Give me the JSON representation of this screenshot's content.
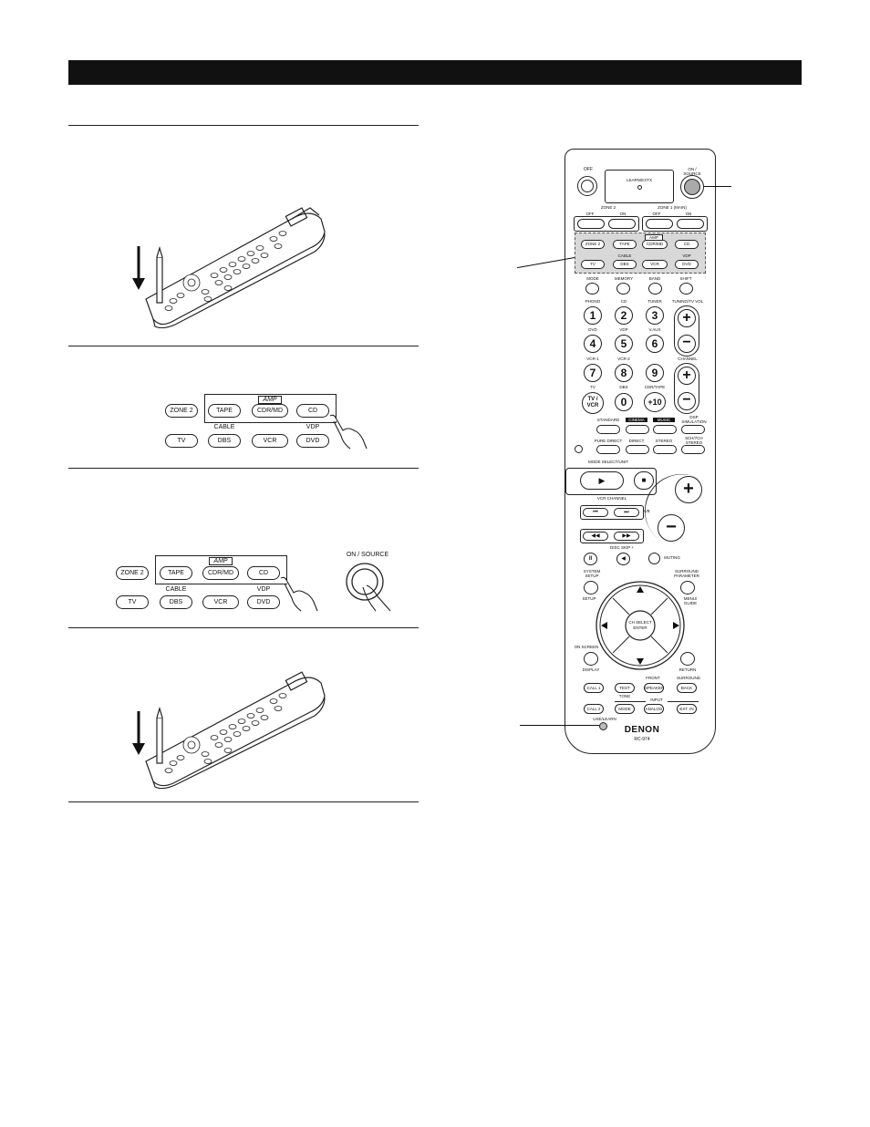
{
  "panel1": {
    "zone2": "ZONE 2",
    "tape": "TAPE",
    "cdrmd": "CDR/MD",
    "cd": "CD",
    "amp": "AMP",
    "cable": "CABLE",
    "vdp": "VDP",
    "tv": "TV",
    "dbs": "DBS",
    "vcr": "VCR",
    "dvd": "DVD"
  },
  "panel2": {
    "zone2": "ZONE 2",
    "tape": "TAPE",
    "cdrmd": "CDR/MD",
    "cd": "CD",
    "amp": "AMP",
    "cable": "CABLE",
    "vdp": "VDP",
    "tv": "TV",
    "dbs": "DBS",
    "vcr": "VCR",
    "dvd": "DVD",
    "on_source": "ON / SOURCE"
  },
  "remote": {
    "off": "OFF",
    "learn_display": "LEARN/EXTX",
    "on_source": "ON / SOURCE",
    "zone2": "ZONE 2",
    "zone1_main": "ZONE 1 (MAIN)",
    "z_off": "OFF",
    "z_on": "ON",
    "amp": "AMP",
    "btn_zone2": "ZONE 2",
    "btn_tape": "TAPE",
    "btn_cdrmd": "CDR/MD",
    "btn_cd": "CD",
    "cable": "CABLE",
    "vdp": "VDP",
    "btn_tv": "TV",
    "btn_dbs": "DBS",
    "btn_vcr": "VCR",
    "btn_dvd": "DVD",
    "mode": "MODE",
    "memory": "MEMORY",
    "band": "BAND",
    "shift": "SHIFT",
    "phono": "PHONO",
    "cd2": "CD",
    "tuner": "TUNER",
    "tuning_tvvol": "TUNING/TV VOL",
    "dvd2": "DVD",
    "vdp2": "VDP",
    "vaux": "V.AUX",
    "vcr1": "VCR-1",
    "vcr2": "VCR-2",
    "channel": "CHANNEL",
    "tv2": "TV",
    "dbs2": "DBS",
    "cdrtape": "CDR/TAPE",
    "k1": "1",
    "k2": "2",
    "k3": "3",
    "k4": "4",
    "k5": "5",
    "k6": "6",
    "k7": "7",
    "k8": "8",
    "k9": "9",
    "ktvvcr": "TV / VCR",
    "k0": "0",
    "k10": "+10",
    "standard": "STANDARD",
    "cinema": "CINEMA",
    "music": "MUSIC",
    "dsp_sim": "DSP SIMULATION",
    "pure_direct": "PURE DIRECT",
    "direct": "DIRECT",
    "stereo": "STEREO",
    "scr_stereo": "5CH/7CH STEREO",
    "mode_select": "MODE SELECT/UNIT",
    "vcr_channel": "VCR CHANNEL",
    "ab": "A/B",
    "disc_skip": "DISC SKIP +",
    "muting": "MUTING",
    "system_setup": "SYSTEM SETUP",
    "setup": "SETUP",
    "surround_param": "SURROUND PARAMETER",
    "menu_guide": "MENU/ GUIDE",
    "ch_select": "CH SELECT",
    "enter": "ENTER",
    "on_screen": "ON SCREEN",
    "display": "DISPLAY",
    "return": "RETURN",
    "call1": "CALL 1",
    "testtone": "TEST TONE",
    "front": "FRONT",
    "speaker": "SPEAKER",
    "surround": "SURROUND",
    "back": "BACK",
    "input": "INPUT",
    "call2": "CALL 2",
    "imode": "MODE",
    "analog": "ANALOG",
    "extin": "EXT. IN",
    "usel_learn": "USE/LEARN",
    "brand": "DENON",
    "model": "RC-974"
  }
}
